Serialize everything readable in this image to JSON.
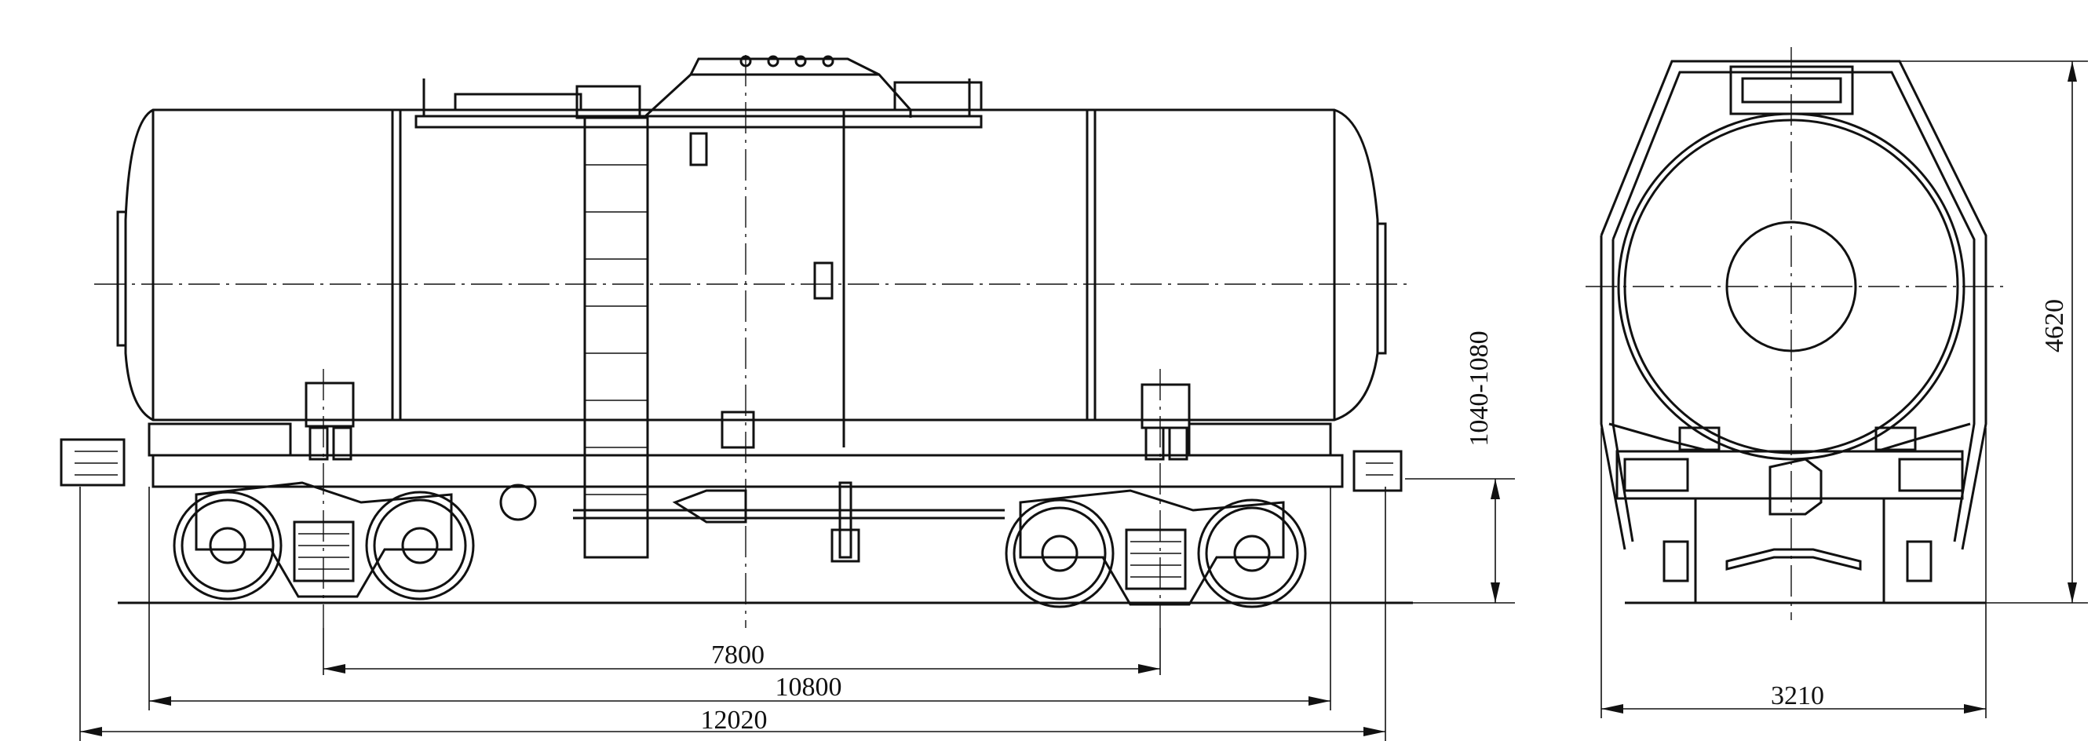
{
  "dimensions": {
    "bogie_centers": "7800",
    "coupler_length": "10800",
    "overall_length": "12020",
    "coupler_height": "1040-1080",
    "overall_height": "4620",
    "overall_width": "3210"
  }
}
